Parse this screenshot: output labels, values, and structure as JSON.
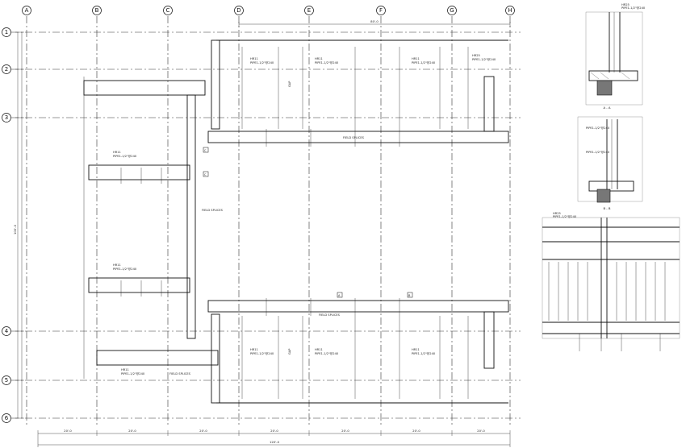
{
  "grid": {
    "columns": [
      {
        "label": "A"
      },
      {
        "label": "B"
      },
      {
        "label": "C"
      },
      {
        "label": "D"
      },
      {
        "label": "E"
      },
      {
        "label": "F"
      },
      {
        "label": "G"
      },
      {
        "label": "H"
      }
    ],
    "rows": [
      {
        "label": "1"
      },
      {
        "label": "2"
      },
      {
        "label": "3"
      },
      {
        "label": "4"
      },
      {
        "label": "5"
      },
      {
        "label": "6"
      }
    ]
  },
  "dimensions": {
    "bottom_spans": [
      "20'-0",
      "20'-0",
      "20'-0",
      "20'-0",
      "20'-0",
      "20'-0",
      "20'-0"
    ],
    "bottom_overall": "120'-0",
    "top_overall": "80'-0",
    "left_overall": "100'-0"
  },
  "sections": [
    {
      "label": "A - A"
    },
    {
      "label": "B - B"
    }
  ],
  "callouts": {
    "mark": "HR11",
    "mark_alt": "HR25",
    "spec": "PIPE1-1/2\"@240",
    "field_splices": "FIELD SPLICES",
    "gap": "GAP",
    "section_a": "A",
    "section_b": "B",
    "section_c": "C"
  }
}
